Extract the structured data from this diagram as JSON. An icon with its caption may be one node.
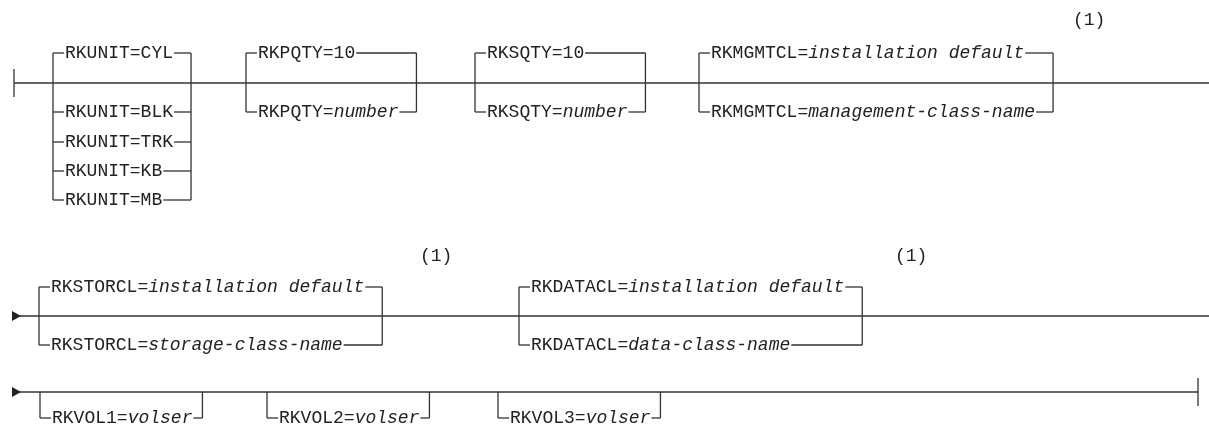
{
  "diagram": {
    "labels": [
      "(1)",
      "RKUNIT=CYL",
      "RKPQTY=10",
      "RKSQTY=10",
      "RKMGMTCL=*installation default*",
      "RKUNIT=BLK",
      "RKPQTY=*number*",
      "RKSQTY=*number*",
      "RKMGMTCL=*management-class-name*",
      "RKUNIT=TRK",
      "RKUNIT=KB",
      "RKUNIT=MB",
      "(1)",
      "(1)",
      "RKSTORCL=*installation default*",
      "RKDATACL=*installation default*",
      "RKSTORCL=*storage-class-name*",
      "RKDATACL=*data-class-name*",
      "RKVOL1=*volser*",
      "RKVOL2=*volser*",
      "RKVOL3=*volser*"
    ]
  }
}
